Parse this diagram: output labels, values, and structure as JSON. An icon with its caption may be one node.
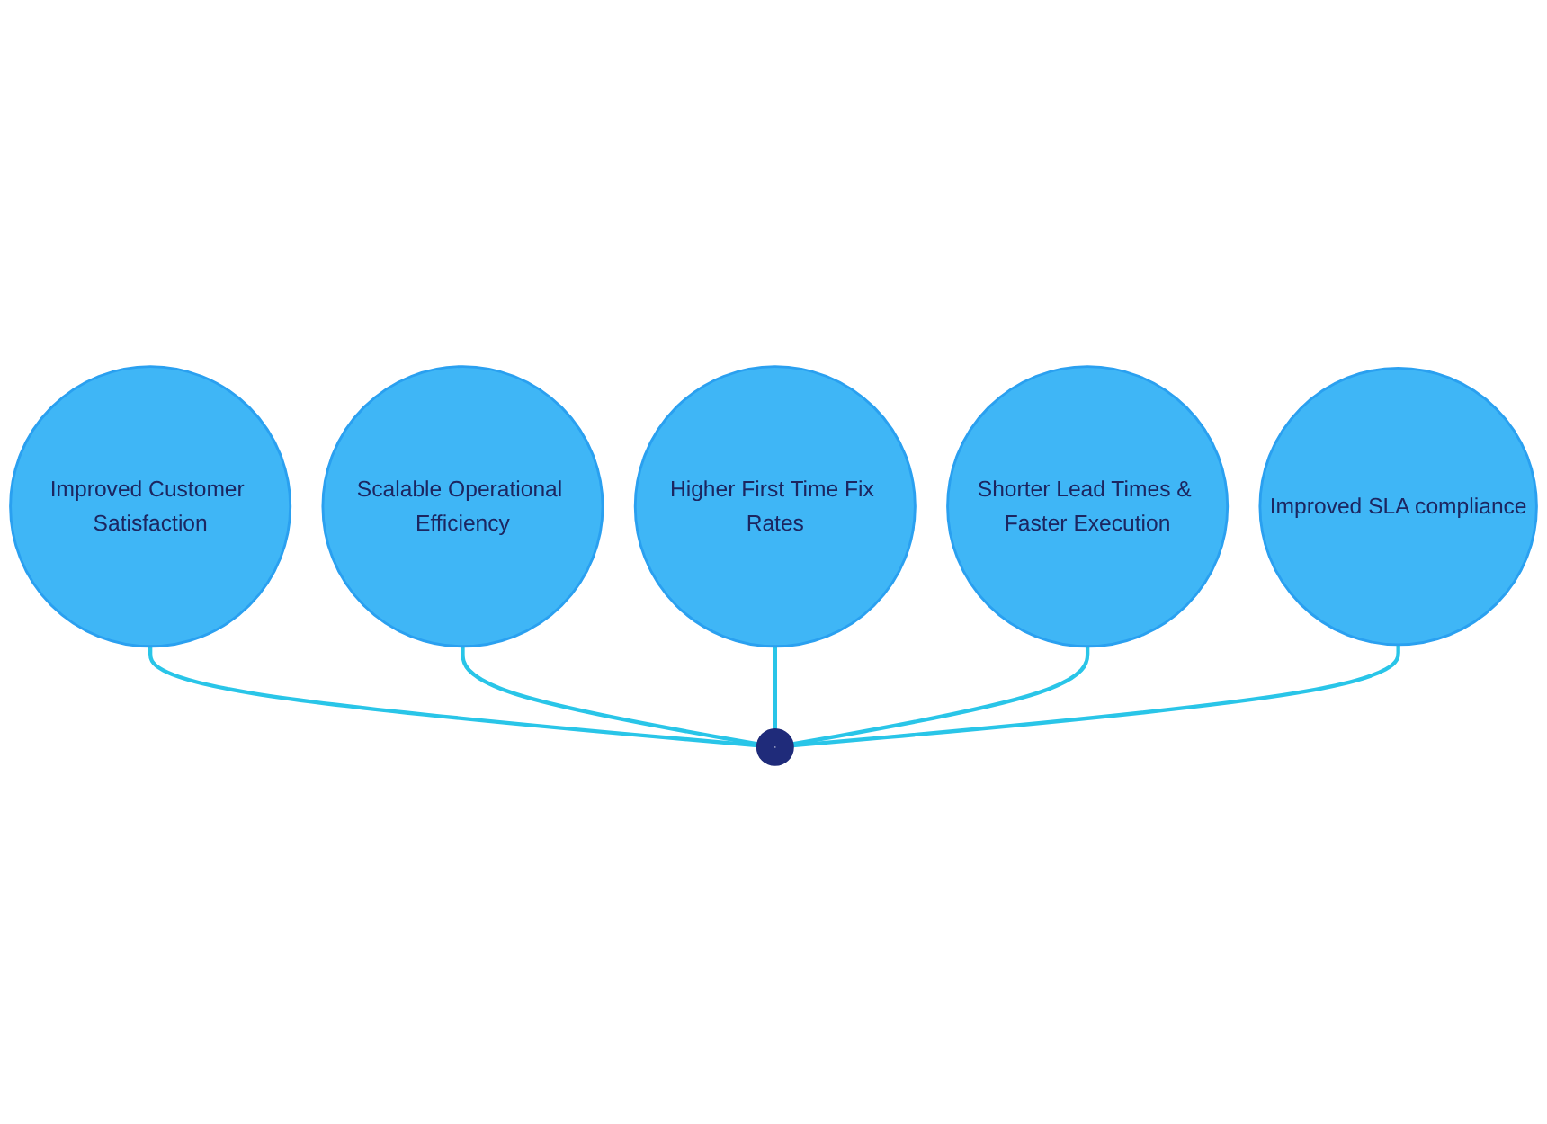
{
  "diagram": {
    "nodes": [
      {
        "text": [
          "Improved Customer Satisfaction"
        ]
      },
      {
        "text": [
          "Scalable Operational Efficiency"
        ]
      },
      {
        "text": [
          "Higher First Time Fix Rates"
        ]
      },
      {
        "text": [
          "Shorter Lead Times & Faster Execution"
        ]
      },
      {
        "text": [
          "Improved SLA compliance"
        ]
      },
      {
        "text": [],
        "shape": "circle"
      }
    ],
    "edges": [
      {
        "from": 5,
        "to": 0,
        "arrow": "none"
      },
      {
        "from": 5,
        "to": 1,
        "arrow": "none"
      },
      {
        "from": 5,
        "to": 2,
        "arrow": "none"
      },
      {
        "from": 5,
        "to": 3,
        "arrow": "none"
      },
      {
        "from": 5,
        "to": 4,
        "arrow": "none"
      }
    ]
  }
}
